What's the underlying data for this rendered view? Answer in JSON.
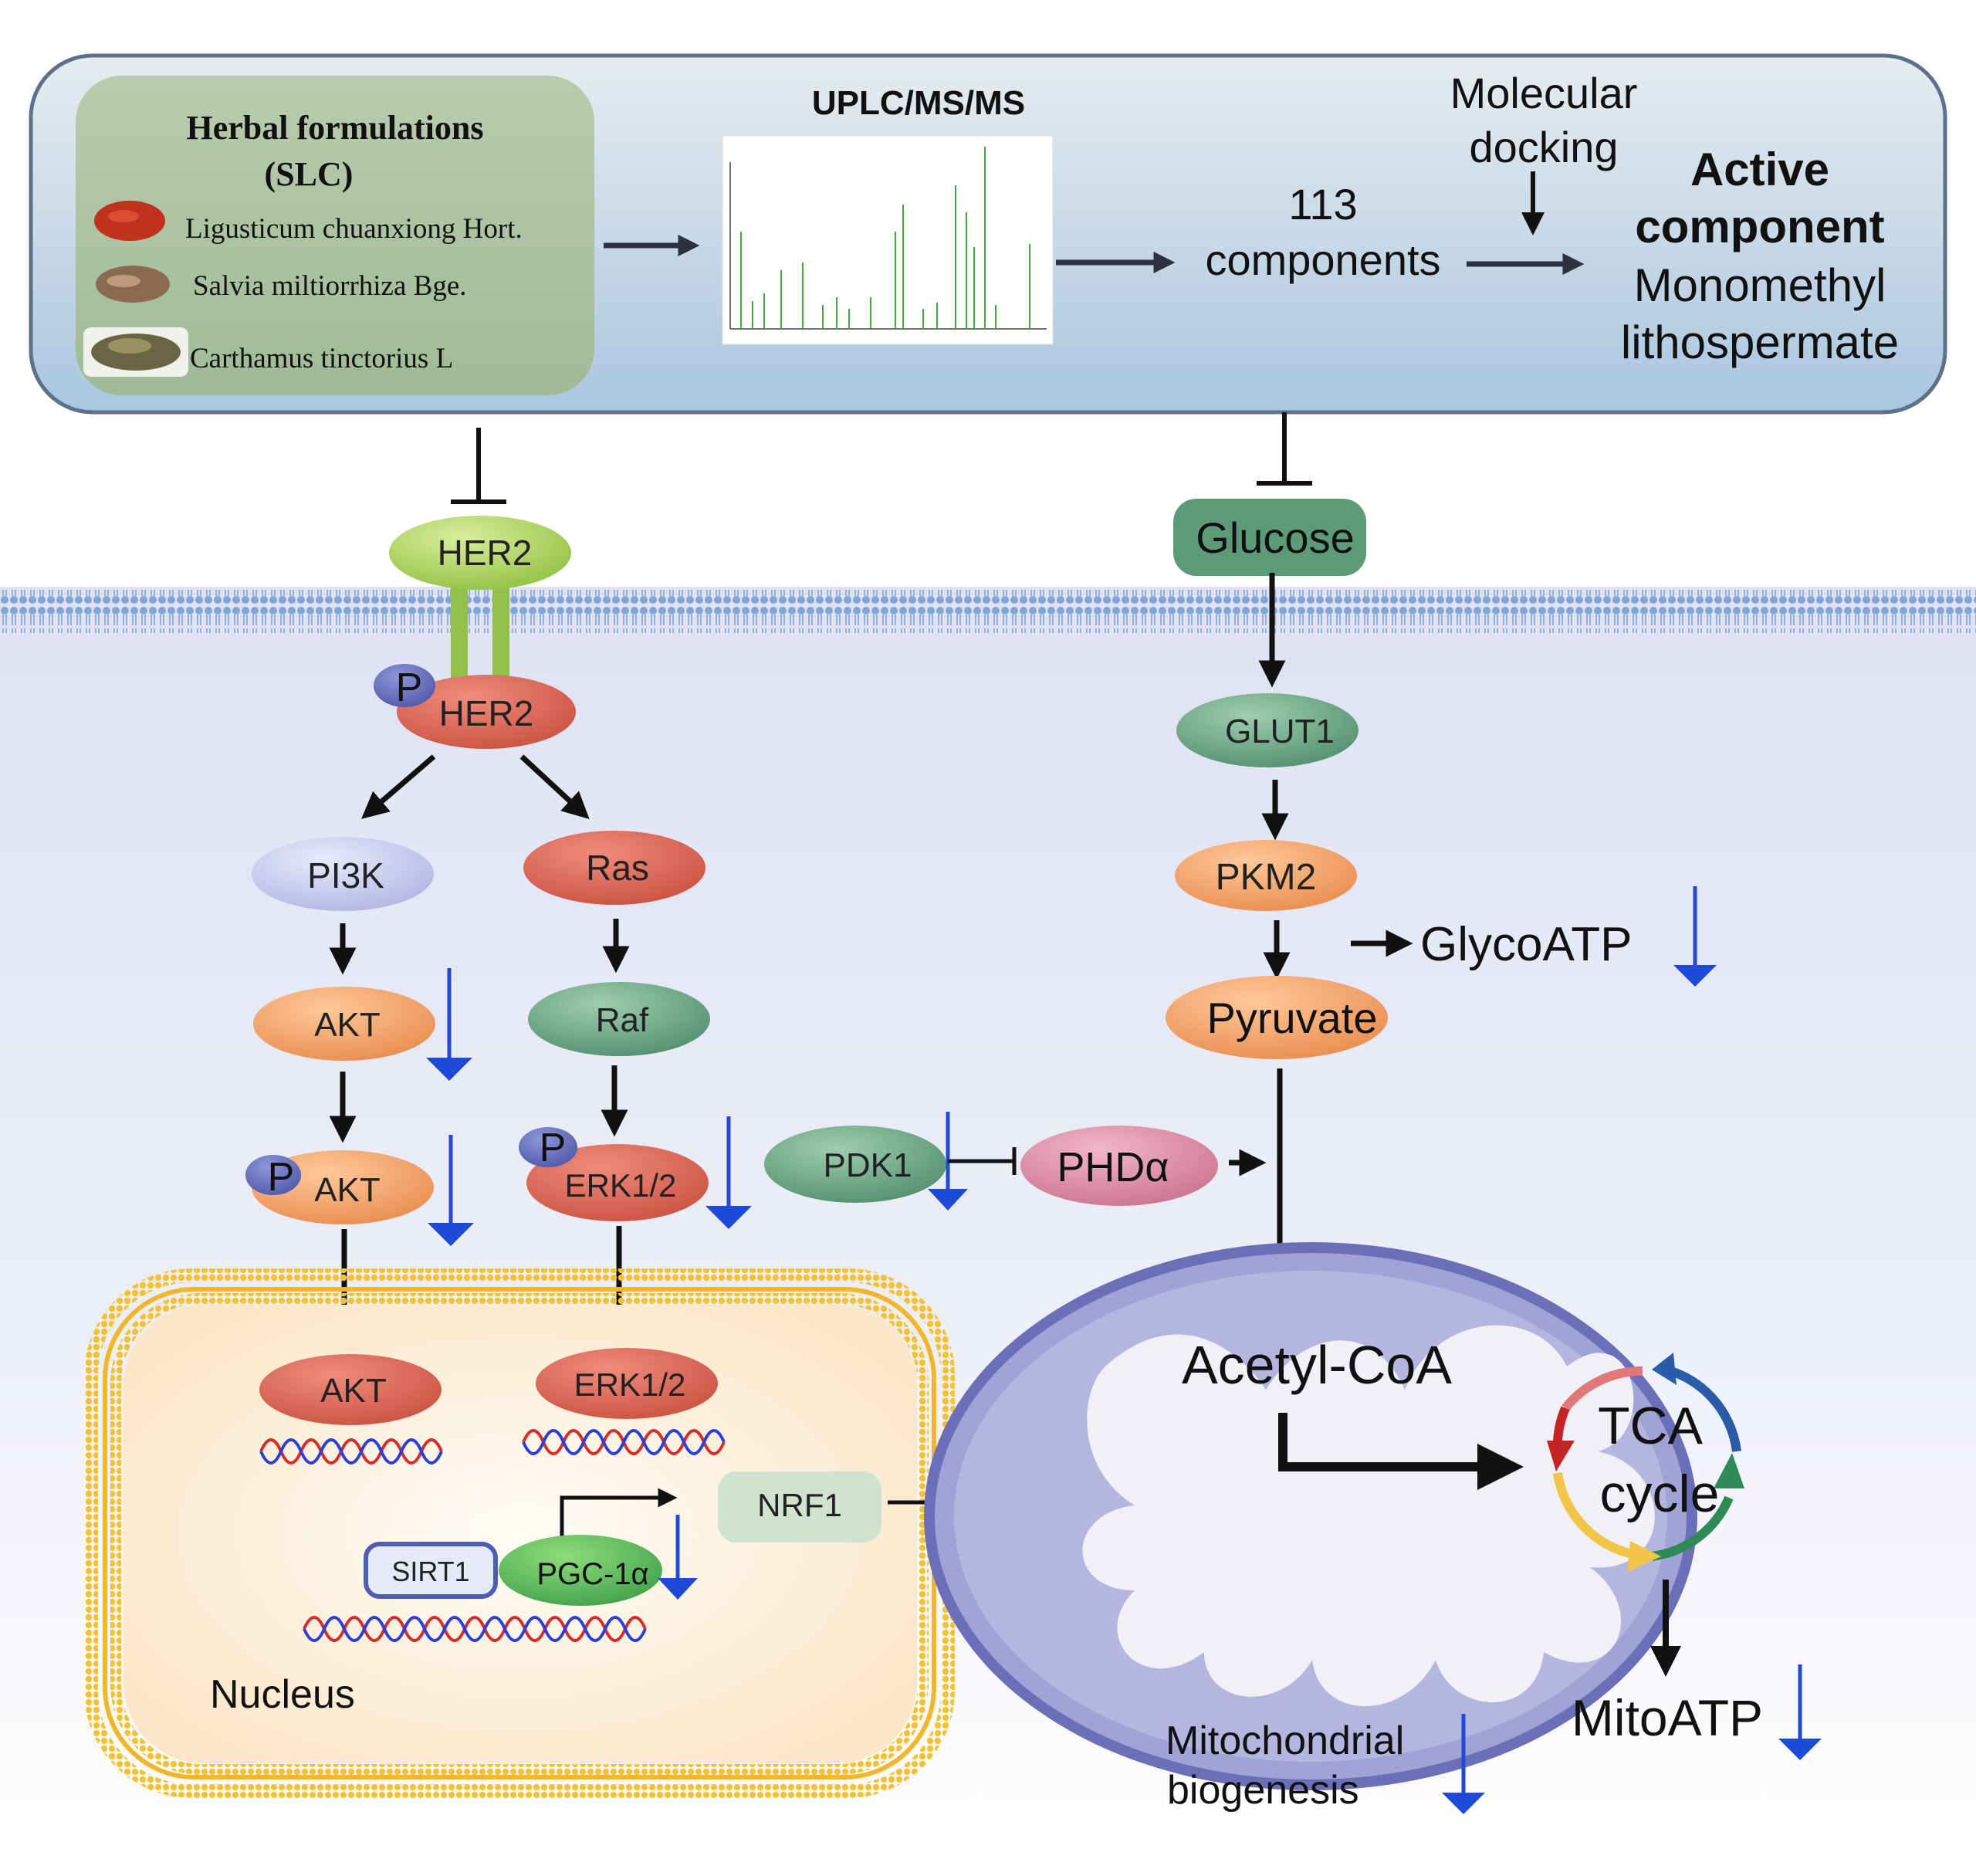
{
  "header": {
    "herbal_title_line1": "Herbal formulations",
    "herbal_title_line2": "(SLC)",
    "herbs": [
      {
        "name": "Ligusticum chuanxiong Hort.",
        "icon": "red-herb-icon"
      },
      {
        "name": "Salvia miltiorrhiza Bge.",
        "icon": "brown-root-icon"
      },
      {
        "name": "Carthamus tinctorius L",
        "icon": "dried-flower-icon"
      }
    ],
    "uplc_title": "UPLC/MS/MS",
    "components_line1": "113",
    "components_line2": "components",
    "docking_line1": "Molecular",
    "docking_line2": "docking",
    "active_line1": "Active",
    "active_line2": "component",
    "active_line3": "Monomethyl",
    "active_line4": "lithospermate"
  },
  "left_pathway": {
    "her2_receptor": "HER2",
    "her2_phospho": "HER2",
    "phospho_label": "P",
    "pi3k": "PI3K",
    "akt": "AKT",
    "p_akt": "AKT",
    "ras": "Ras",
    "raf": "Raf",
    "erk": "ERK1/2",
    "nuclear_akt": "AKT",
    "nuclear_erk": "ERK1/2",
    "sirt1": "SIRT1",
    "pgc1a": "PGC-1α",
    "nrf1": "NRF1",
    "nucleus_label": "Nucleus"
  },
  "right_pathway": {
    "glucose": "Glucose",
    "glut1": "GLUT1",
    "pkm2": "PKM2",
    "pyruvate": "Pyruvate",
    "glycoatp": "GlycoATP",
    "pdk1": "PDK1",
    "phda": "PHDα",
    "acetyl_coa": "Acetyl-CoA",
    "tca_line1": "TCA",
    "tca_line2": "cycle",
    "mitoatp": "MitoATP",
    "mito_bio_line1": "Mitochondrial",
    "mito_bio_line2": "biogenesis"
  },
  "colors": {
    "header_bg": "#c9d9e4",
    "membrane": "#7fa6d6",
    "down_arrow": "#1f49d8",
    "her2_green": "#a8cc5a",
    "red_node": "#d9685a",
    "orange_node": "#eea070",
    "teal_node": "#6fa888",
    "lavender_node": "#c8cdee",
    "mito_fill": "#aeb0dc",
    "nucleus_border": "#f3c23c"
  }
}
